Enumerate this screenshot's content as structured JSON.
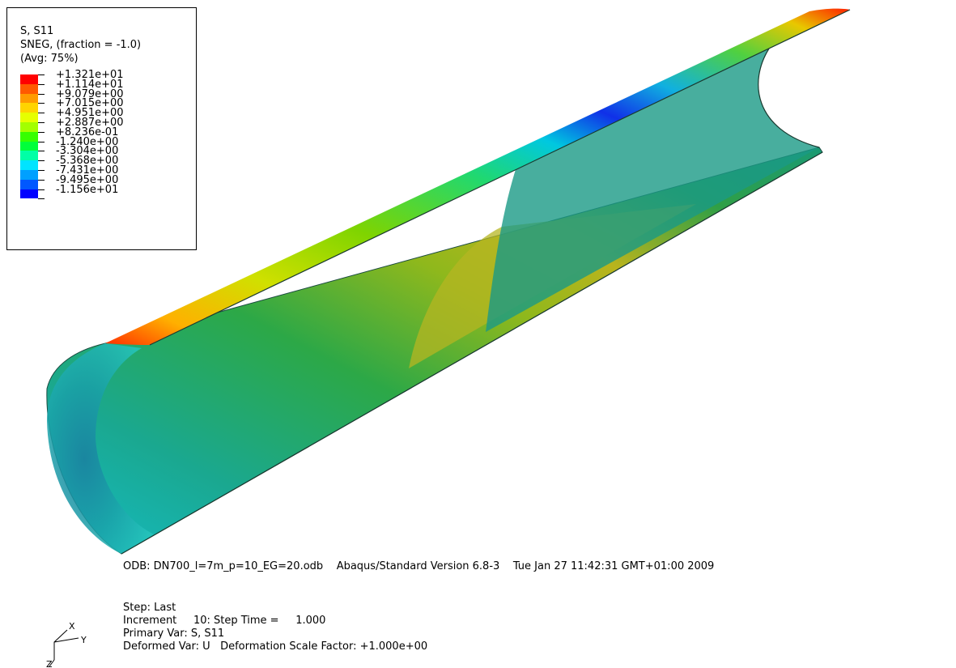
{
  "legend": {
    "title": "S, S11",
    "section": "SNEG, (fraction = -1.0)",
    "averaging": "(Avg: 75%)",
    "levels": [
      {
        "label": "+1.321e+01",
        "color": "#ff0000"
      },
      {
        "label": "+1.114e+01",
        "color": "#ff5a00"
      },
      {
        "label": "+9.079e+00",
        "color": "#ff9b00"
      },
      {
        "label": "+7.015e+00",
        "color": "#ffd400"
      },
      {
        "label": "+4.951e+00",
        "color": "#e6ff00"
      },
      {
        "label": "+2.887e+00",
        "color": "#a3ff00"
      },
      {
        "label": "+8.236e-01",
        "color": "#37ff00"
      },
      {
        "label": "-1.240e+00",
        "color": "#00ff3a"
      },
      {
        "label": "-3.304e+00",
        "color": "#00ffa6"
      },
      {
        "label": "-5.368e+00",
        "color": "#00e4ff"
      },
      {
        "label": "-7.431e+00",
        "color": "#00a0ff"
      },
      {
        "label": "-9.495e+00",
        "color": "#0058ff"
      },
      {
        "label": "-1.156e+01",
        "color": "#0000ff"
      }
    ]
  },
  "viewport": {
    "odb_line": "ODB: DN700_l=7m_p=10_EG=20.odb    Abaqus/Standard Version 6.8-3    Tue Jan 27 11:42:31 GMT+01:00 2009",
    "step": "Step: Last",
    "increment": "Increment     10: Step Time =     1.000",
    "primary_var": "Primary Var: S, S11",
    "deformed_var": "Deformed Var: U   Deformation Scale Factor: +1.000e+00"
  },
  "triad": {
    "x": "X",
    "y": "Y",
    "z": "Z"
  }
}
